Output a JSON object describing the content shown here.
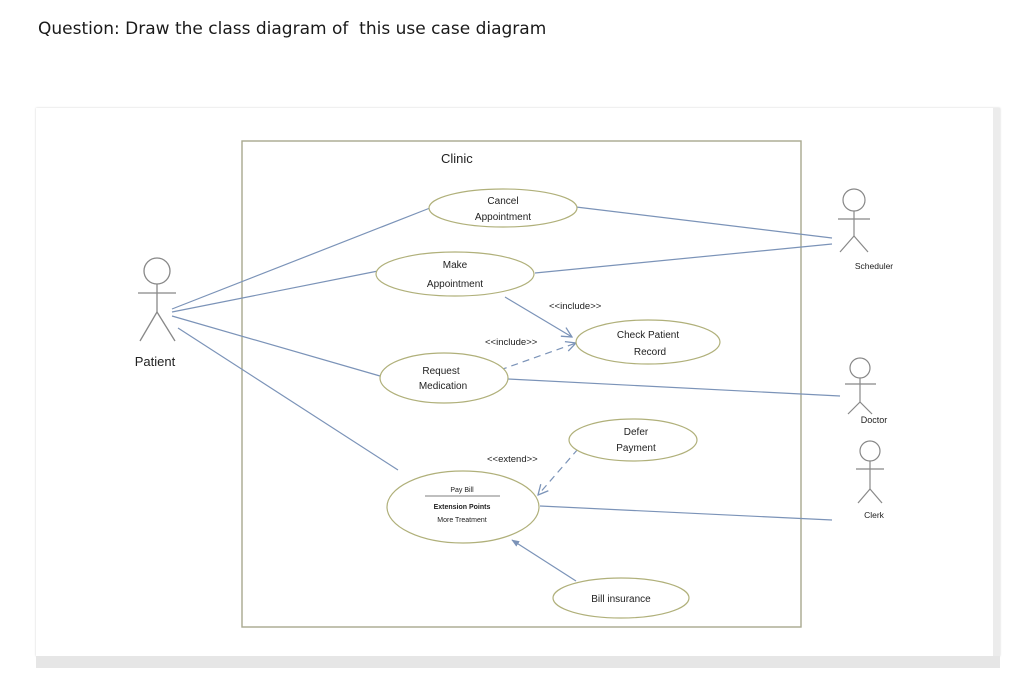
{
  "question": "Question: Draw the class diagram of  this use case diagram",
  "diagram": {
    "system_name": "Clinic",
    "actors": {
      "patient": "Patient",
      "scheduler": "Scheduler",
      "doctor": "Doctor",
      "clerk": "Clerk"
    },
    "use_cases": {
      "cancel_appointment": [
        "Cancel",
        "Appointment"
      ],
      "make_appointment": [
        "Make",
        "Appointment"
      ],
      "check_patient_record": [
        "Check Patient",
        "Record"
      ],
      "request_medication": [
        "Request",
        "Medication"
      ],
      "defer_payment": [
        "Defer",
        "Payment"
      ],
      "pay_bill": {
        "name": "Pay Bill",
        "extension_title": "Extension Points",
        "extension_point": "More Treatment"
      },
      "bill_insurance": "Bill insurance"
    },
    "relations": {
      "include_1": "<<include>>",
      "include_2": "<<include>>",
      "extend": "<<extend>>"
    },
    "colors": {
      "line": "#7b93b8",
      "ellipse": "#b0b07a",
      "boundary": "#a9a98f"
    }
  }
}
